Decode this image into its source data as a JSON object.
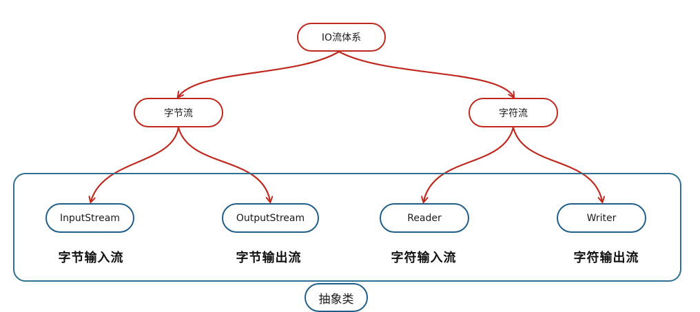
{
  "diagram": {
    "root": {
      "label": "IO流体系"
    },
    "byte_stream": {
      "label": "字节流"
    },
    "char_stream": {
      "label": "字符流"
    },
    "input_stream": {
      "label": "InputStream",
      "caption": "字节输入流"
    },
    "output_stream": {
      "label": "OutputStream",
      "caption": "字节输出流"
    },
    "reader": {
      "label": "Reader",
      "caption": "字符输入流"
    },
    "writer": {
      "label": "Writer",
      "caption": "字符输出流"
    },
    "group_label": "抽象类"
  },
  "colors": {
    "arrow": "#c0281e",
    "top_node_border": "#c0281e",
    "leaf_node_border": "#1f5d8a",
    "group_border": "#2f6f8f"
  }
}
